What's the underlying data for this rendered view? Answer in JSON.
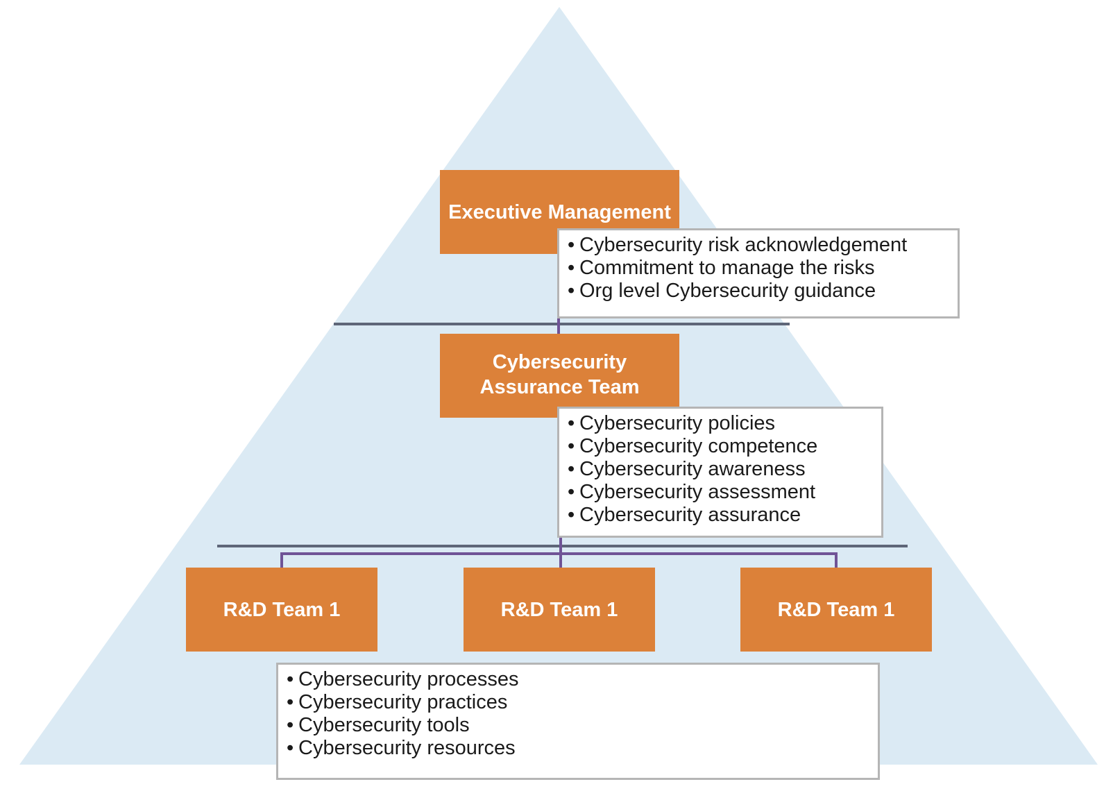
{
  "colors": {
    "pyramid": "#dbeaf4",
    "box": "#dc8139",
    "box_text": "#ffffff",
    "divider": "#5e6678",
    "connector": "#6f5396",
    "note_border": "#b5b5b5"
  },
  "executive": {
    "label": "Executive Management",
    "responsibilities": [
      "Cybersecurity risk acknowledgement",
      "Commitment to manage the risks",
      "Org level Cybersecurity guidance"
    ]
  },
  "assurance": {
    "label_line1": "Cybersecurity",
    "label_line2": "Assurance Team",
    "responsibilities": [
      "Cybersecurity policies",
      "Cybersecurity competence",
      "Cybersecurity awareness",
      "Cybersecurity assessment",
      "Cybersecurity assurance"
    ]
  },
  "rd_teams": [
    {
      "label": "R&D Team 1"
    },
    {
      "label": "R&D Team 1"
    },
    {
      "label": "R&D Team 1"
    }
  ],
  "rd_responsibilities": [
    "Cybersecurity processes",
    "Cybersecurity practices",
    "Cybersecurity tools",
    "Cybersecurity resources"
  ],
  "bullet": "•"
}
